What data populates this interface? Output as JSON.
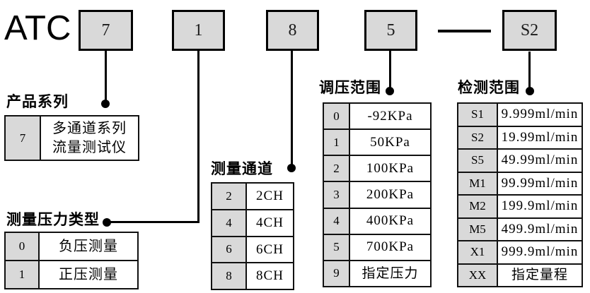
{
  "brand": "ATC",
  "model_code": {
    "segments": [
      "7",
      "1",
      "8",
      "5",
      "S2"
    ],
    "separator": "-"
  },
  "tables": [
    {
      "title": "产品系列",
      "rows": [
        {
          "code": "7",
          "value": "多通道系列\n流量测试仪"
        }
      ]
    },
    {
      "title": "测量压力类型",
      "rows": [
        {
          "code": "0",
          "value": "负压测量"
        },
        {
          "code": "1",
          "value": "正压测量"
        }
      ]
    },
    {
      "title": "测量通道",
      "rows": [
        {
          "code": "2",
          "value": "2CH"
        },
        {
          "code": "4",
          "value": "4CH"
        },
        {
          "code": "6",
          "value": "6CH"
        },
        {
          "code": "8",
          "value": "8CH"
        }
      ]
    },
    {
      "title": "调压范围",
      "rows": [
        {
          "code": "0",
          "value": "-92KPa"
        },
        {
          "code": "1",
          "value": "50KPa"
        },
        {
          "code": "2",
          "value": "100KPa"
        },
        {
          "code": "3",
          "value": "200KPa"
        },
        {
          "code": "4",
          "value": "400KPa"
        },
        {
          "code": "5",
          "value": "700KPa"
        },
        {
          "code": "9",
          "value": "指定压力"
        }
      ]
    },
    {
      "title": "检测范围",
      "rows": [
        {
          "code": "S1",
          "value": "9.999ml/min"
        },
        {
          "code": "S2",
          "value": "19.99ml/min"
        },
        {
          "code": "S5",
          "value": "49.99ml/min"
        },
        {
          "code": "M1",
          "value": "99.99ml/min"
        },
        {
          "code": "M2",
          "value": "199.9ml/min"
        },
        {
          "code": "M5",
          "value": "499.9ml/min"
        },
        {
          "code": "X1",
          "value": "999.9ml/min"
        },
        {
          "code": "XX",
          "value": "指定量程"
        }
      ]
    }
  ],
  "colors": {
    "box_fill": "#d9d9d9",
    "line": "#000000",
    "background": "#ffffff",
    "text": "#000000"
  }
}
